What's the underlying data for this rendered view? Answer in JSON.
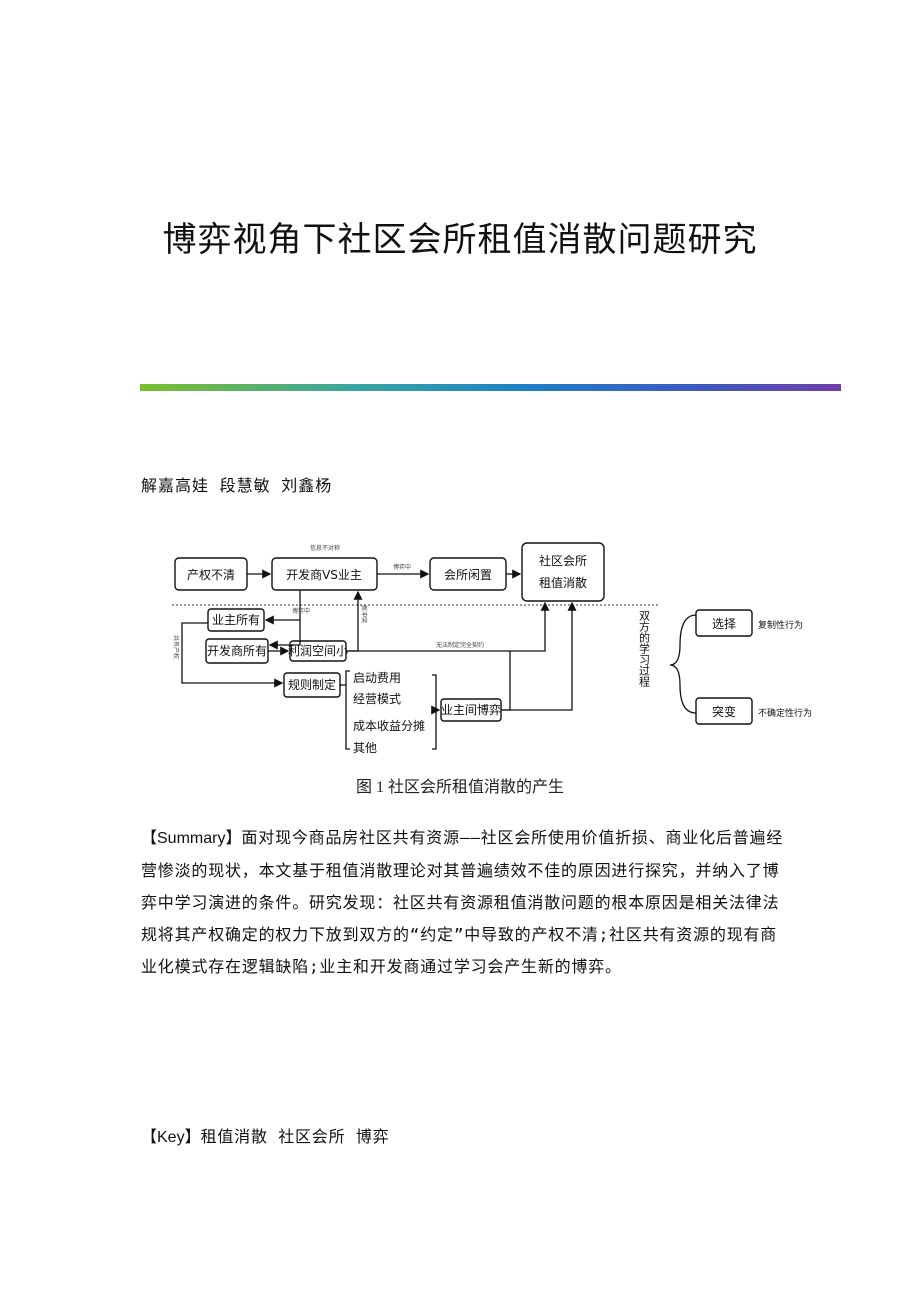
{
  "title": "博弈视角下社区会所租值消散问题研究",
  "authors": "解嘉高娃 段慧敏 刘鑫杨",
  "figure": {
    "caption": "图 1 社区会所租值消散的产生",
    "boxes": {
      "chanquan": "产权不清",
      "kaifa_vs": "开发商VS业主",
      "huisuo_xianzhi": "会所闲置",
      "shequ_line1": "社区会所",
      "shequ_line2": "租值消散",
      "yezhu_suoyou": "业主所有",
      "kaifa_suoyou": "开发商所有",
      "lirun": "利润空间小",
      "guize": "规则制定",
      "yezhu_boyi": "业主间博弈",
      "xuanze": "选择",
      "tubian": "突变"
    },
    "labels": {
      "qidong": "启动费用",
      "jingying": "经营模式",
      "chengben": "成本收益分摊",
      "qita": "其他",
      "xuexi": "双方的学习过程",
      "fuzhi": "复制性行为",
      "buqueding": "不确定性行为",
      "small_xinxi": "信息不对称",
      "small_boyi": "博弈中",
      "small_tongxin": "博弈中",
      "small_xin": "新冲突",
      "small_wufa": "无法制定完全契约",
      "small_gongyou": "共有产权"
    }
  },
  "abstract": {
    "tag": "【Summary】",
    "text": "面对现今商品房社区共有资源——社区会所使用价值折损、商业化后普遍经营惨淡的现状，本文基于租值消散理论对其普遍绩效不佳的原因进行探究，并纳入了博弈中学习演进的条件。研究发现：社区共有资源租值消散问题的根本原因是相关法律法规将其产权确定的权力下放到双方的“约定”中导致的产权不清;社区共有资源的现有商业化模式存在逻辑缺陷;业主和开发商通过学习会产生新的博弈。"
  },
  "keywords": {
    "tag": "【Key】",
    "text": "租值消散 社区会所 博弈"
  }
}
